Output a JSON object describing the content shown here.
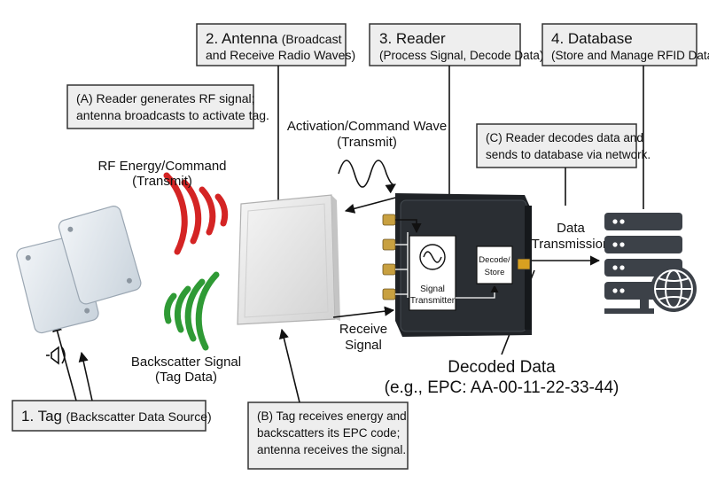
{
  "labels": {
    "antenna_title": "2. Antenna",
    "antenna_sub_1": "(Broadcast",
    "antenna_sub_2": "and Receive Radio Waves)",
    "reader_title": "3. Reader",
    "reader_sub": "(Process Signal, Decode Data)",
    "database_title": "4. Database",
    "database_sub": "(Store and Manage RFID Data)",
    "tag_title": "1. Tag",
    "tag_sub": "(Backscatter Data Source)",
    "note_a_1": "(A) Reader generates RF signal;",
    "note_a_2": "antenna broadcasts to activate tag.",
    "note_b_1": "(B) Tag receives energy and",
    "note_b_2": "backscatters its EPC code;",
    "note_b_3": "antenna receives the signal.",
    "note_c_1": "(C) Reader decodes data and",
    "note_c_2": "sends to database via network.",
    "activation_1": "Activation/Command Wave",
    "activation_2": "(Transmit)",
    "rf_energy_1": "RF Energy/Command",
    "rf_energy_2": "(Transmit)",
    "backscatter_1": "Backscatter Signal",
    "backscatter_2": "(Tag Data)",
    "receive_1": "Receive",
    "receive_2": "Signal",
    "data_tx_1": "Data",
    "data_tx_2": "Transmission",
    "signal_tx_1": "Signal",
    "signal_tx_2": "Transmitter",
    "decode_1": "Decode/",
    "decode_2": "Store",
    "decoded_1": "Decoded Data",
    "decoded_2": "(e.g., EPC: AA-00-11-22-33-44)"
  },
  "colors": {
    "transmit_wave": "#d42424",
    "backscatter_wave": "#2f9a35",
    "box_fill": "#eeeeee",
    "server_fill": "#3c4148"
  },
  "icons": {
    "tag": "rfid-tag-icon",
    "antenna": "panel-antenna-icon",
    "reader": "rfid-reader-icon",
    "server": "server-rack-icon",
    "globe": "globe-icon",
    "sine": "sine-wave-icon"
  }
}
